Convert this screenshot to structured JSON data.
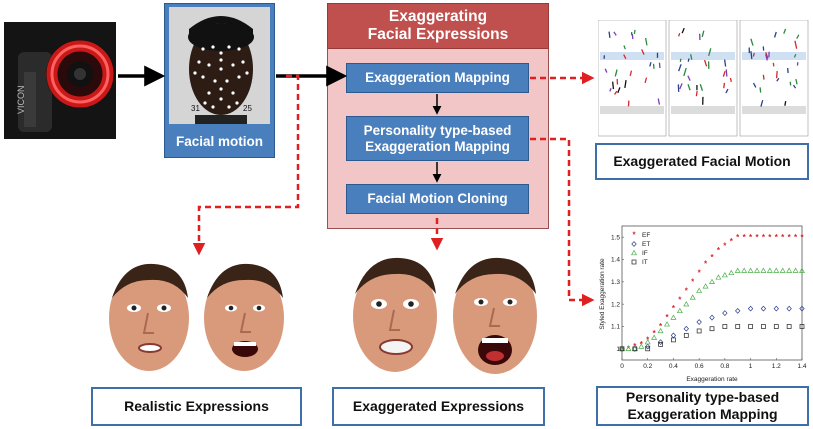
{
  "camera_label": "VICON",
  "capture": {
    "caption": "Facial motion",
    "marker_numbers": [
      "31",
      "25"
    ]
  },
  "process": {
    "title_line1": "Exaggerating",
    "title_line2": "Facial Expressions",
    "steps": [
      {
        "line1": "Exaggeration Mapping",
        "line2": ""
      },
      {
        "line1": "Personality type-based",
        "line2": "Exaggeration Mapping"
      },
      {
        "line1": "Facial Motion Cloning",
        "line2": ""
      }
    ]
  },
  "outputs": {
    "exaggerated_motion": "Exaggerated Facial Motion",
    "realistic": "Realistic Expressions",
    "exaggerated": "Exaggerated Expressions",
    "mapping_line1": "Personality type-based",
    "mapping_line2": "Exaggeration Mapping"
  },
  "colors": {
    "step_blue": "#4a7fbd",
    "process_fill": "#f2c6c6",
    "process_header": "#c0504d",
    "arrow_red": "#e02020"
  },
  "chart_data": {
    "type": "scatter",
    "title": "",
    "xlabel": "Exaggeration rate",
    "ylabel": "Styled Exaggeration rate",
    "xlim": [
      0,
      1.4
    ],
    "ylim": [
      0.95,
      1.55
    ],
    "xticks": [
      "0",
      "0.2",
      "0.4",
      "0.6",
      "0.8",
      "1",
      "1.2",
      "1.4"
    ],
    "yticks": [
      "1",
      "1.1",
      "1.2",
      "1.3",
      "1.4",
      "1.5"
    ],
    "legend_position": "top-left",
    "series": [
      {
        "name": "EF",
        "marker": "star",
        "color": "#d9252a",
        "x": [
          0,
          0.05,
          0.1,
          0.15,
          0.2,
          0.25,
          0.3,
          0.35,
          0.4,
          0.45,
          0.5,
          0.55,
          0.6,
          0.65,
          0.7,
          0.75,
          0.8,
          0.85,
          0.9,
          0.95,
          1.0,
          1.05,
          1.1,
          1.15,
          1.2,
          1.25,
          1.3,
          1.35,
          1.4
        ],
        "y": [
          1.0,
          1.0,
          1.01,
          1.02,
          1.04,
          1.07,
          1.1,
          1.14,
          1.18,
          1.22,
          1.26,
          1.3,
          1.34,
          1.38,
          1.41,
          1.44,
          1.46,
          1.48,
          1.5,
          1.5,
          1.5,
          1.5,
          1.5,
          1.5,
          1.5,
          1.5,
          1.5,
          1.5,
          1.5
        ]
      },
      {
        "name": "ET",
        "marker": "diamond",
        "color": "#2b3f8c",
        "x": [
          0,
          0.1,
          0.2,
          0.3,
          0.4,
          0.5,
          0.6,
          0.7,
          0.8,
          0.9,
          1.0,
          1.1,
          1.2,
          1.3,
          1.4
        ],
        "y": [
          1.0,
          1.0,
          1.01,
          1.03,
          1.06,
          1.09,
          1.12,
          1.14,
          1.16,
          1.17,
          1.18,
          1.18,
          1.18,
          1.18,
          1.18
        ]
      },
      {
        "name": "IF",
        "marker": "triangle",
        "color": "#4cae4c",
        "x": [
          0,
          0.05,
          0.1,
          0.15,
          0.2,
          0.25,
          0.3,
          0.35,
          0.4,
          0.45,
          0.5,
          0.55,
          0.6,
          0.65,
          0.7,
          0.75,
          0.8,
          0.85,
          0.9,
          0.95,
          1.0,
          1.05,
          1.1,
          1.15,
          1.2,
          1.25,
          1.3,
          1.35,
          1.4
        ],
        "y": [
          1.0,
          1.0,
          1.0,
          1.01,
          1.03,
          1.05,
          1.08,
          1.11,
          1.14,
          1.17,
          1.2,
          1.23,
          1.26,
          1.28,
          1.3,
          1.32,
          1.33,
          1.34,
          1.35,
          1.35,
          1.35,
          1.35,
          1.35,
          1.35,
          1.35,
          1.35,
          1.35,
          1.35,
          1.35
        ]
      },
      {
        "name": "IT",
        "marker": "square",
        "color": "#222222",
        "x": [
          0,
          0.1,
          0.2,
          0.3,
          0.4,
          0.5,
          0.6,
          0.7,
          0.8,
          0.9,
          1.0,
          1.1,
          1.2,
          1.3,
          1.4
        ],
        "y": [
          1.0,
          1.0,
          1.0,
          1.02,
          1.04,
          1.06,
          1.08,
          1.09,
          1.1,
          1.1,
          1.1,
          1.1,
          1.1,
          1.1,
          1.1
        ]
      }
    ]
  }
}
